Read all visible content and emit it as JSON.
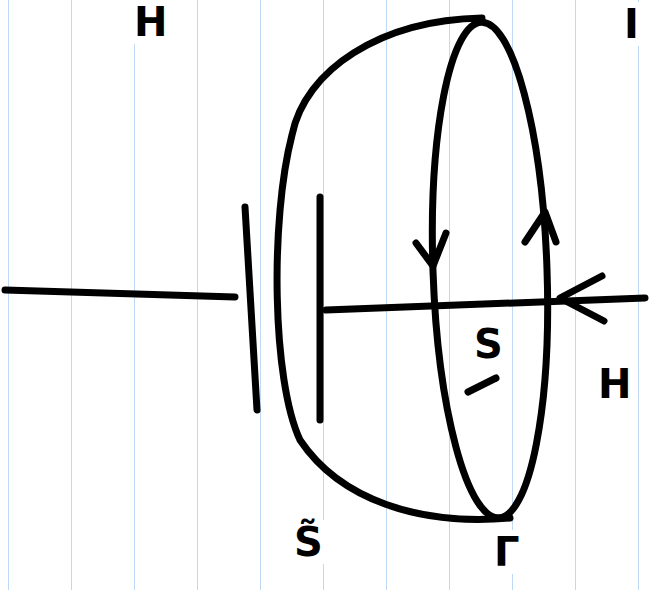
{
  "diagram": {
    "labels": [
      "H",
      "I",
      "S",
      "H",
      "S̃",
      "Γ"
    ]
  }
}
